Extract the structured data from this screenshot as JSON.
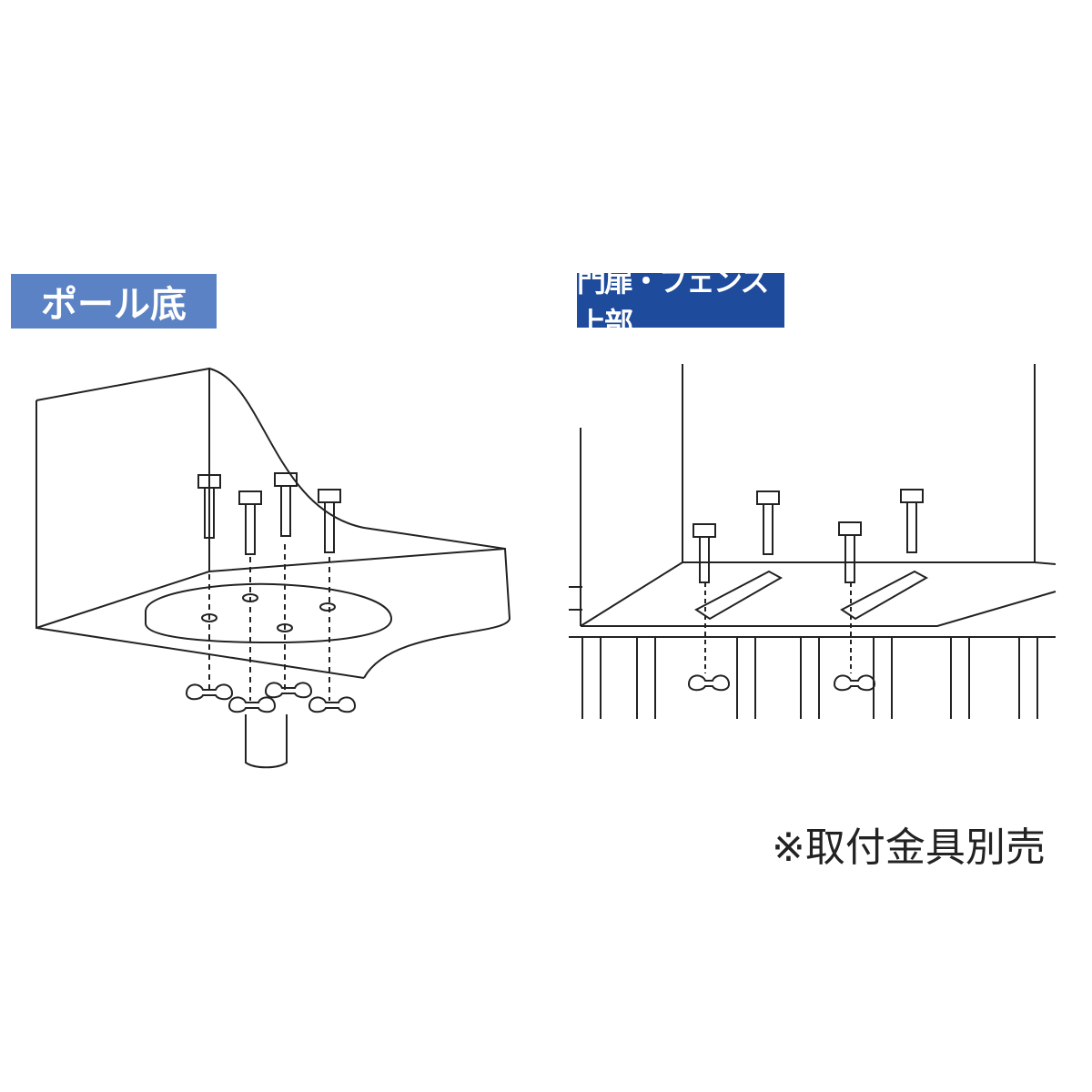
{
  "labels": {
    "pole_bottom": "ポール底",
    "gate_fence_top": "門扉・フェンス上部"
  },
  "note": "※取付金具別売",
  "colors": {
    "pole_label_bg": "#5b82c4",
    "fence_label_bg": "#1e4b9c"
  }
}
